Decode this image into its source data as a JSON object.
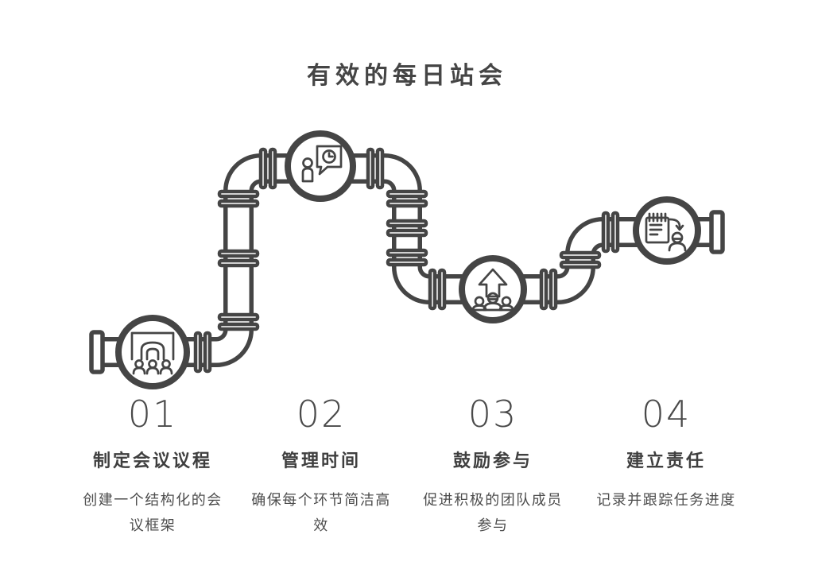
{
  "title": "有效的每日站会",
  "colors": {
    "ink": "#454545",
    "background": "#ffffff"
  },
  "steps": [
    {
      "number": "01",
      "heading": "制定会议议程",
      "description": "创建一个结构化的会议框架",
      "icon": "meeting-room-audience-icon"
    },
    {
      "number": "02",
      "heading": "管理时间",
      "description": "确保每个环节简洁高效",
      "icon": "person-speech-bubble-clock-icon"
    },
    {
      "number": "03",
      "heading": "鼓励参与",
      "description": "促进积极的团队成员参与",
      "icon": "team-growth-arrow-icon"
    },
    {
      "number": "04",
      "heading": "建立责任",
      "description": "记录并跟踪任务进度",
      "icon": "notepad-task-tracking-icon"
    }
  ]
}
